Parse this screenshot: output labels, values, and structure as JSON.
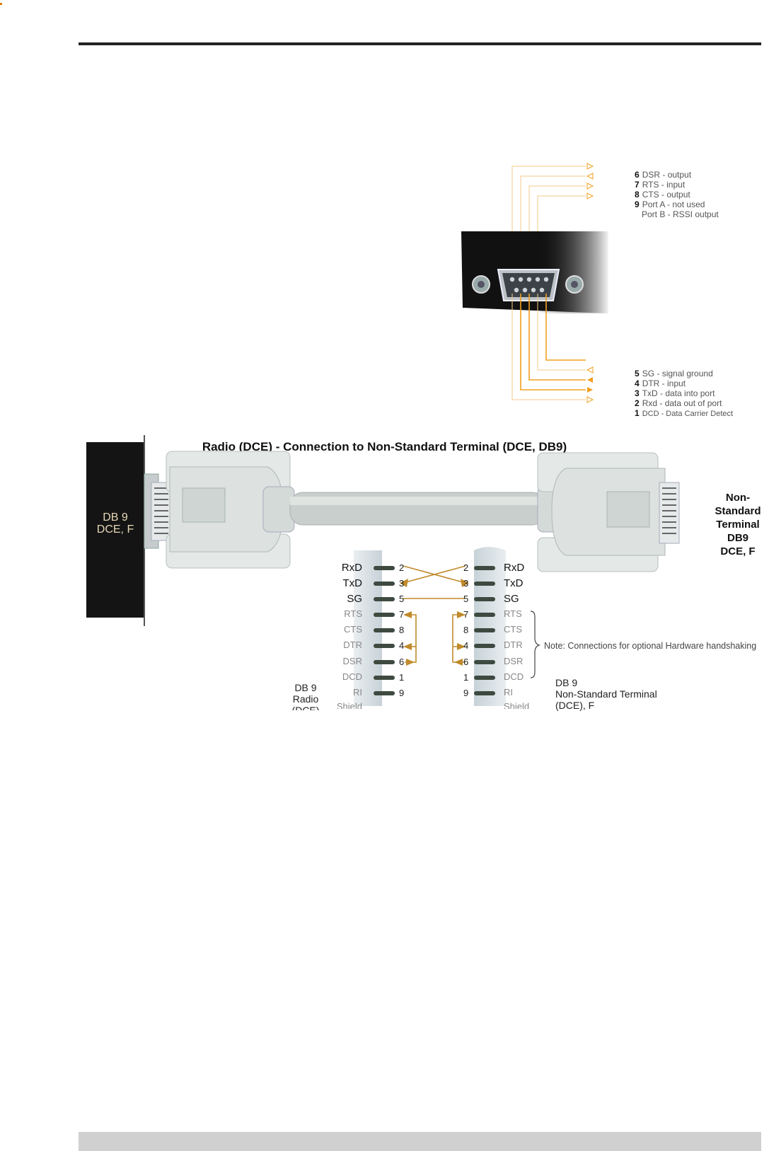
{
  "pinout_top": [
    {
      "num": "6",
      "text": "DSR - output"
    },
    {
      "num": "7",
      "text": "RTS - input"
    },
    {
      "num": "8",
      "text": "CTS - output"
    },
    {
      "num": "9",
      "text": "Port A - not used"
    },
    {
      "num": "",
      "text": "Port B - RSSI output"
    }
  ],
  "pinout_bottom": [
    {
      "num": "5",
      "text": "SG - signal ground"
    },
    {
      "num": "4",
      "text": "DTR - input"
    },
    {
      "num": "3",
      "text": "TxD - data into port"
    },
    {
      "num": "2",
      "text": "Rxd - data out of port"
    },
    {
      "num": "1",
      "text": "DCD - Data Carrier Detect"
    }
  ],
  "diagram_title": "Radio (DCE) - Connection to Non-Standard Terminal (DCE, DB9)",
  "left_panel_label": [
    "DB 9",
    "DCE, F"
  ],
  "terminal_label": [
    "Non-",
    "Standard",
    "Terminal",
    "DB9",
    "DCE, F"
  ],
  "left_signals": [
    "RxD",
    "TxD",
    "SG",
    "RTS",
    "CTS",
    "DTR",
    "DSR",
    "DCD",
    "RI",
    "Shield"
  ],
  "left_numbers": [
    "2",
    "3",
    "5",
    "7",
    "8",
    "4",
    "6",
    "1",
    "9"
  ],
  "right_numbers": [
    "2",
    "3",
    "5",
    "7",
    "8",
    "4",
    "6",
    "1",
    "9"
  ],
  "right_signals": [
    "RxD",
    "TxD",
    "SG",
    "RTS",
    "CTS",
    "DTR",
    "DSR",
    "DCD",
    "RI",
    "Shield"
  ],
  "note": "Note: Connections for optional Hardware handshaking",
  "left_db_label": [
    "DB 9",
    "Radio",
    "(DCE)"
  ],
  "right_db_label": [
    "DB 9",
    "Non-Standard Terminal",
    "(DCE), F"
  ],
  "colors": {
    "accent": "#f0a020",
    "wire": "#c08a2a",
    "panel": "#141414"
  }
}
